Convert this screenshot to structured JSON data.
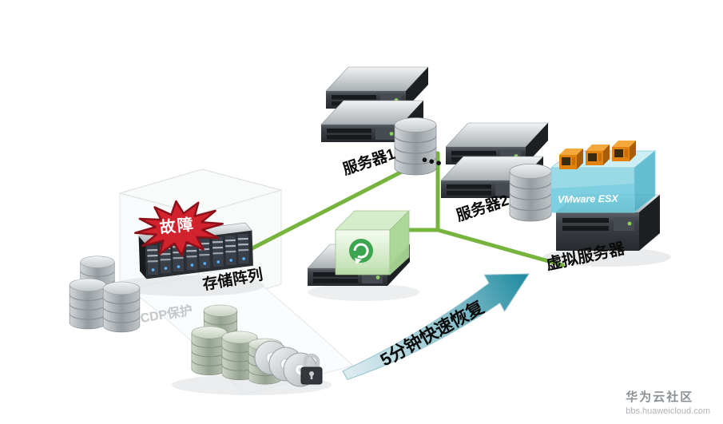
{
  "diagram": {
    "nodes": {
      "server_group_1": {
        "label": "服务器1"
      },
      "server_group_2": {
        "label": "服务器2"
      },
      "more_servers": {
        "label": "•••"
      },
      "virtual_server": {
        "label": "虚拟服务器",
        "os_label": "VMware ESX"
      },
      "storage_array": {
        "label": "存储阵列",
        "status": "故障"
      },
      "cdp": {
        "label": "CDP保护"
      }
    },
    "annotations": {
      "recovery_arrow": "5分钟快速恢复"
    },
    "colors": {
      "connection_green": "#76b43e",
      "arrow_teal_dark": "#1f8aa0",
      "arrow_teal_light": "#dcebee",
      "fault_red": "#d2222e",
      "vm_orange": "#e2820f",
      "glass_teal": "#5ec4d8",
      "appliance_green": "#2f9e43"
    }
  },
  "watermark": {
    "site_name": "华为云社区",
    "site_url": "bbs.huaweicloud.com"
  }
}
